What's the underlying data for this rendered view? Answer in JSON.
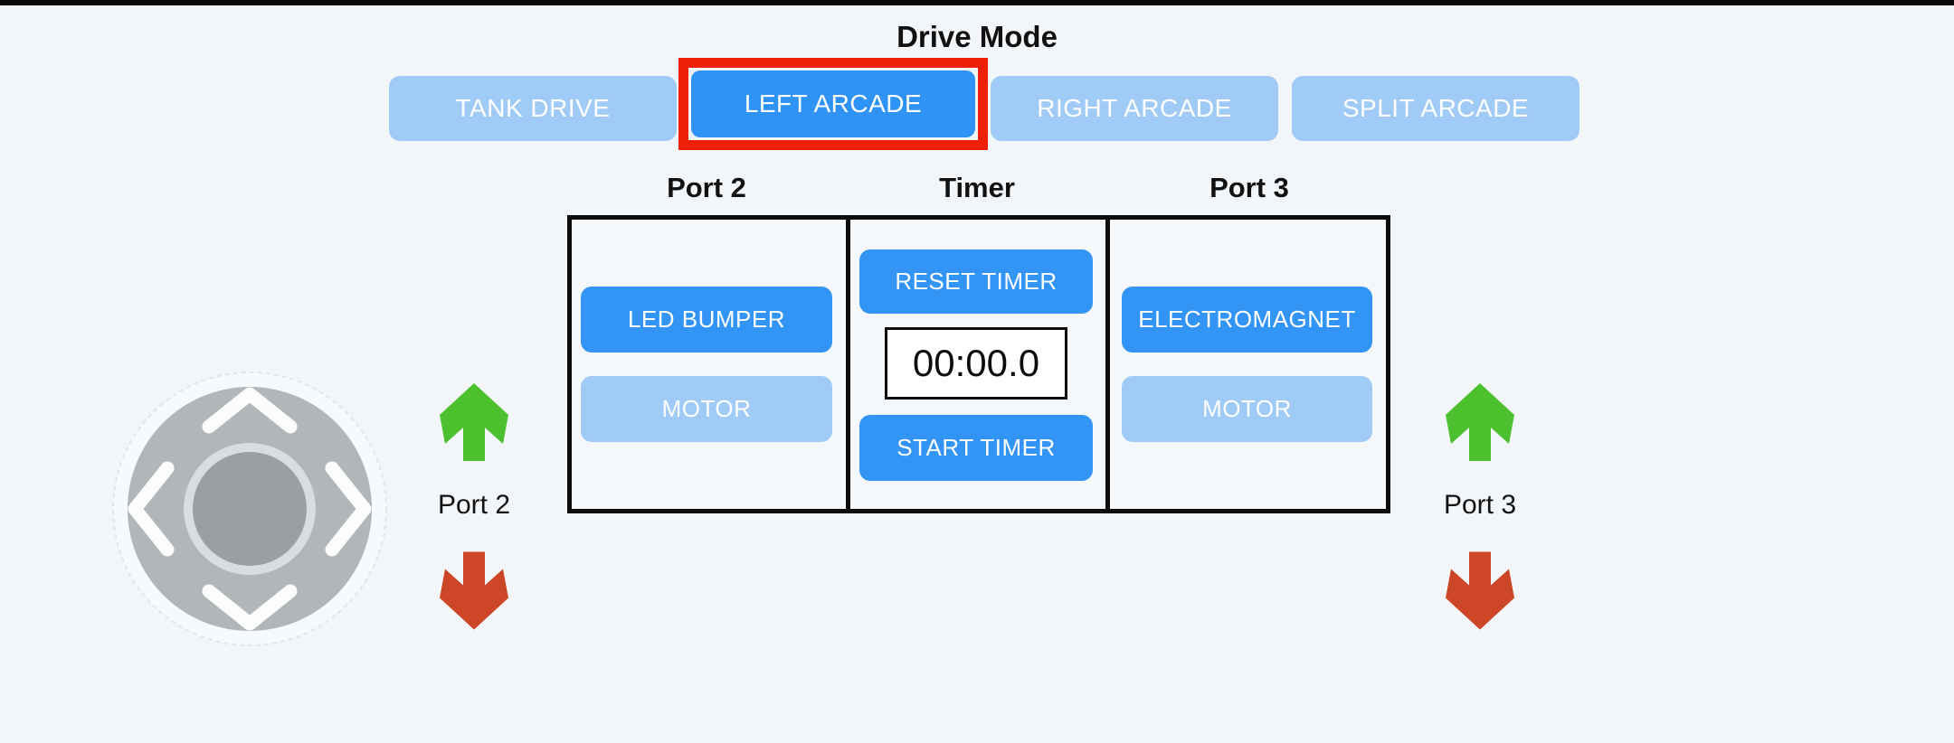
{
  "drive_mode": {
    "title": "Drive Mode",
    "options": [
      {
        "label": "TANK DRIVE",
        "active": false
      },
      {
        "label": "LEFT ARCADE",
        "active": true
      },
      {
        "label": "RIGHT ARCADE",
        "active": false
      },
      {
        "label": "SPLIT ARCADE",
        "active": false
      }
    ]
  },
  "panel": {
    "port2": {
      "header": "Port 2",
      "buttons": [
        {
          "label": "LED BUMPER",
          "state": "active"
        },
        {
          "label": "MOTOR",
          "state": "inactive"
        }
      ]
    },
    "timer": {
      "header": "Timer",
      "reset_label": "RESET TIMER",
      "display": "00:00.0",
      "start_label": "START TIMER"
    },
    "port3": {
      "header": "Port 3",
      "buttons": [
        {
          "label": "ELECTROMAGNET",
          "state": "active"
        },
        {
          "label": "MOTOR",
          "state": "inactive"
        }
      ]
    }
  },
  "side_controls": [
    {
      "label": "Port 2",
      "up_icon": "green-up-arrow",
      "down_icon": "red-down-arrow"
    },
    {
      "label": "Port 3",
      "up_icon": "green-up-arrow",
      "down_icon": "red-down-arrow"
    }
  ],
  "joystick": {
    "icon": "dpad-thumbstick",
    "directions": [
      "up",
      "down",
      "left",
      "right"
    ]
  },
  "colors": {
    "background": "#F2F6F9",
    "active_blue": "#2F93F6",
    "panel_blue": "#3294F5",
    "inactive_blue": "#A0CBF7",
    "selected_outline_red": "#EF2008",
    "arrow_green": "#4CC02D",
    "arrow_red": "#CC4627",
    "border_black": "#0D0D0D"
  }
}
